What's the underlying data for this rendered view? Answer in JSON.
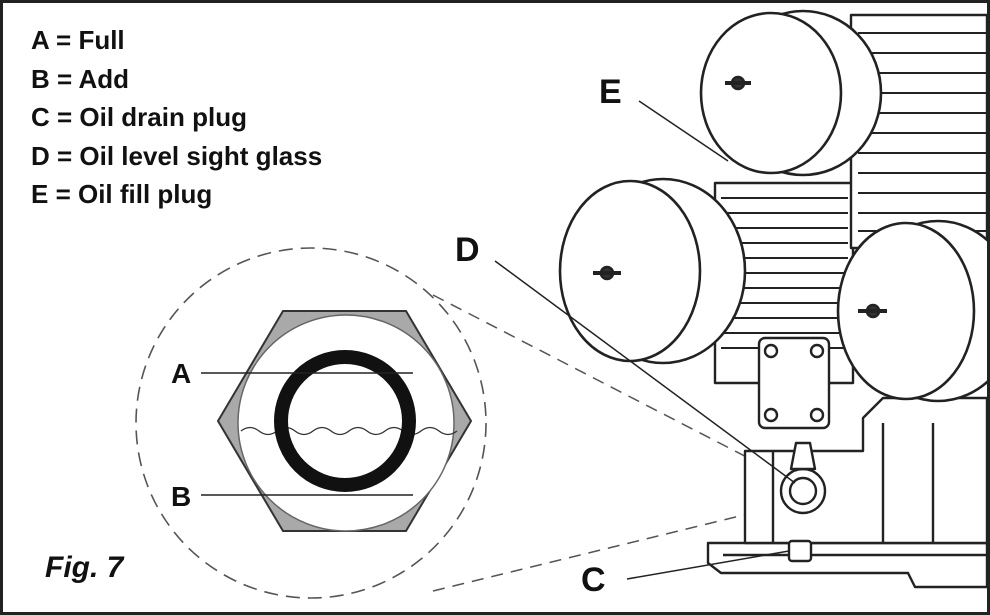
{
  "legend": {
    "items": [
      {
        "key": "A",
        "text": "A = Full"
      },
      {
        "key": "B",
        "text": "B = Add"
      },
      {
        "key": "C",
        "text": "C = Oil drain plug"
      },
      {
        "key": "D",
        "text": "D = Oil level sight glass"
      },
      {
        "key": "E",
        "text": "E = Oil fill plug"
      }
    ]
  },
  "callouts": {
    "a": "A",
    "b": "B",
    "c": "C",
    "d": "D",
    "e": "E"
  },
  "caption": "Fig. 7",
  "colors": {
    "line": "#111111",
    "hex_fill": "#a9a9a9",
    "glass_ring": "#111111",
    "background": "#ffffff"
  }
}
